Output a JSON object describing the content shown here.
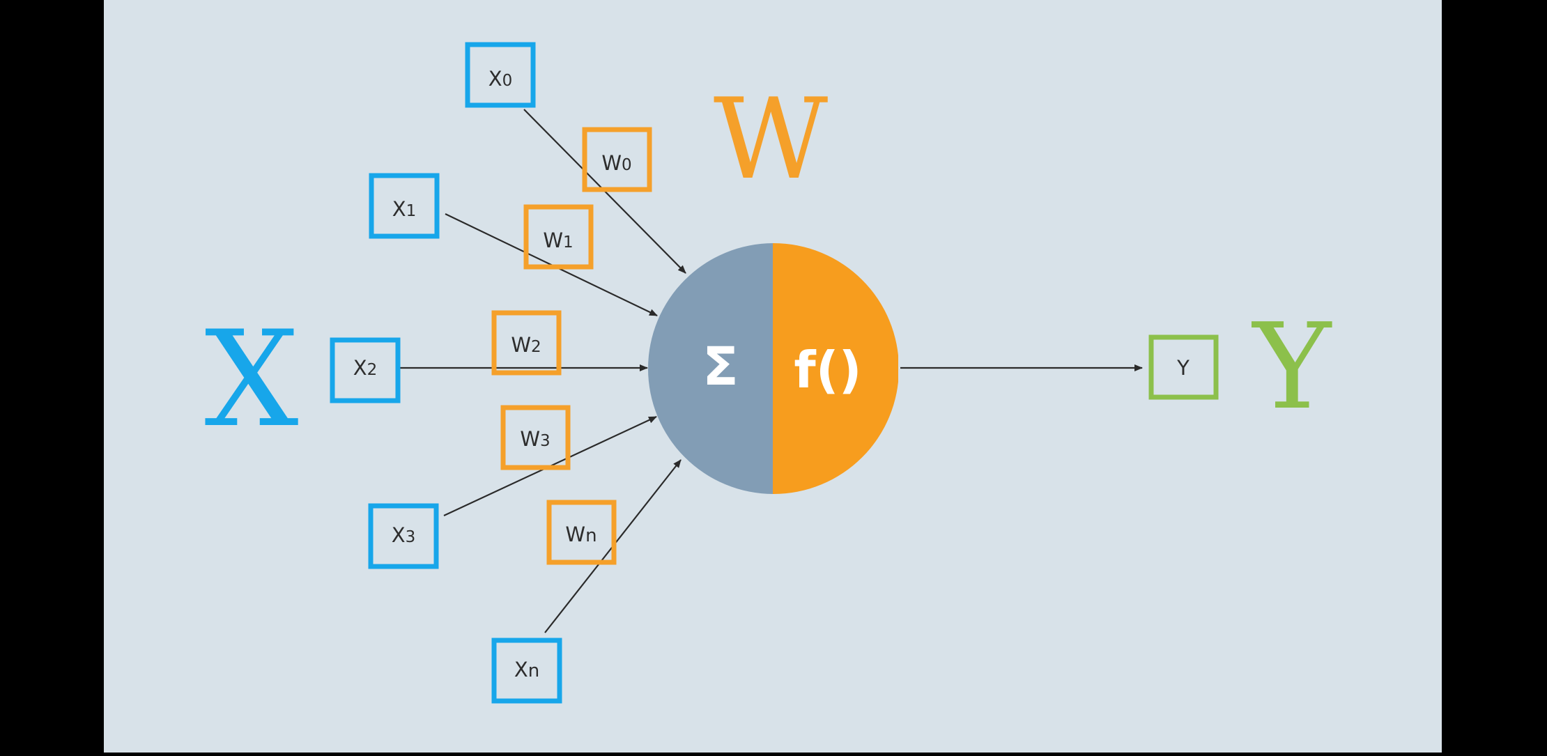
{
  "colors": {
    "background": "#d8e2e9",
    "side_bars": "#000000",
    "input_blue": "#17a6ea",
    "weight_orange": "#f5a02a",
    "output_green": "#8cc04b",
    "sum_gray": "#829db5",
    "activation_orange": "#f79d1e",
    "arrow": "#2a2a2a",
    "box_text": "#2d2d2d",
    "neuron_text": "#ffffff"
  },
  "labels": {
    "input_group": "X",
    "weight_group": "W",
    "output_group": "Y"
  },
  "neuron": {
    "sum_symbol": "Σ",
    "activation": "f()"
  },
  "inputs": [
    {
      "base": "X",
      "sub": "0"
    },
    {
      "base": "X",
      "sub": "1"
    },
    {
      "base": "X",
      "sub": "2"
    },
    {
      "base": "X",
      "sub": "3"
    },
    {
      "base": "X",
      "sub": "n"
    }
  ],
  "weights": [
    {
      "base": "W",
      "sub": "0"
    },
    {
      "base": "W",
      "sub": "1"
    },
    {
      "base": "W",
      "sub": "2"
    },
    {
      "base": "W",
      "sub": "3"
    },
    {
      "base": "W",
      "sub": "n"
    }
  ],
  "output": {
    "label": "Y"
  }
}
